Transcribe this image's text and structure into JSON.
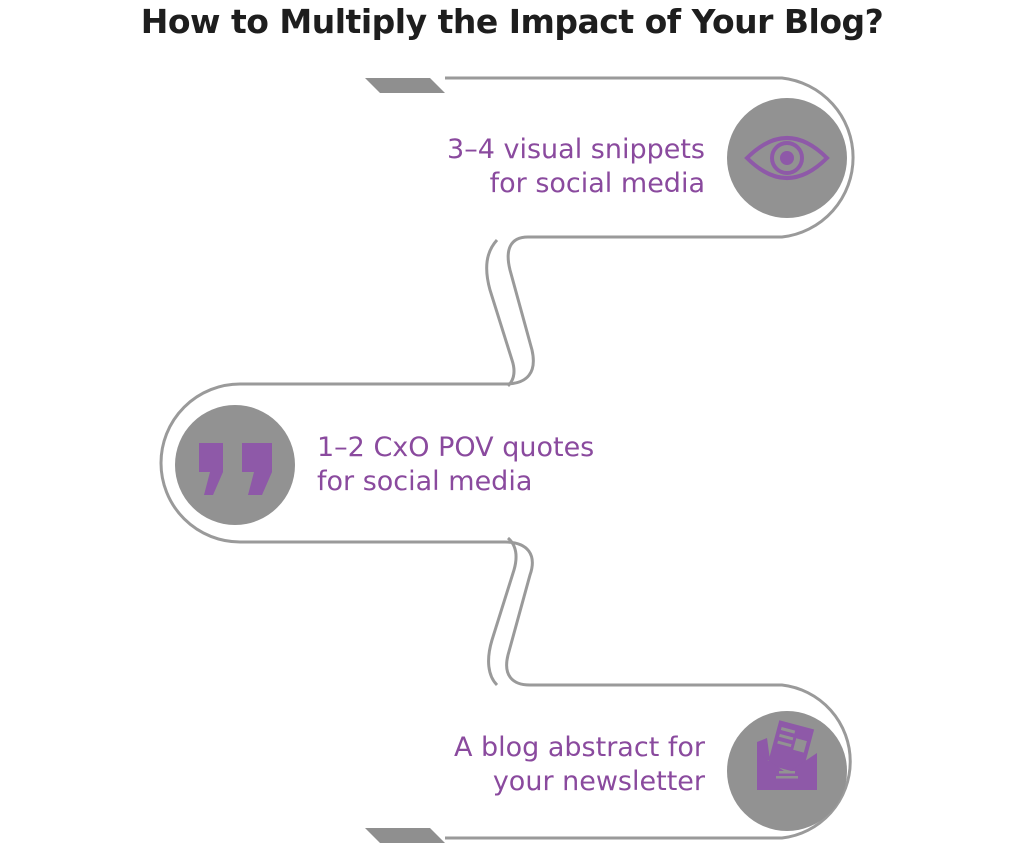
{
  "title": "How to Multiply the Impact of Your Blog?",
  "steps": [
    {
      "line1": "3–4 visual snippets",
      "line2": "for social media",
      "icon": "eye-icon"
    },
    {
      "line1": "1–2 CxO POV quotes",
      "line2": "for social media",
      "icon": "quote-icon"
    },
    {
      "line1": "A blog abstract for",
      "line2": "your newsletter",
      "icon": "envelope-icon"
    }
  ],
  "colors": {
    "accent": "#8e59a8",
    "text": "#8a4a9e",
    "circle": "#929292",
    "line": "#9a9a9a"
  }
}
